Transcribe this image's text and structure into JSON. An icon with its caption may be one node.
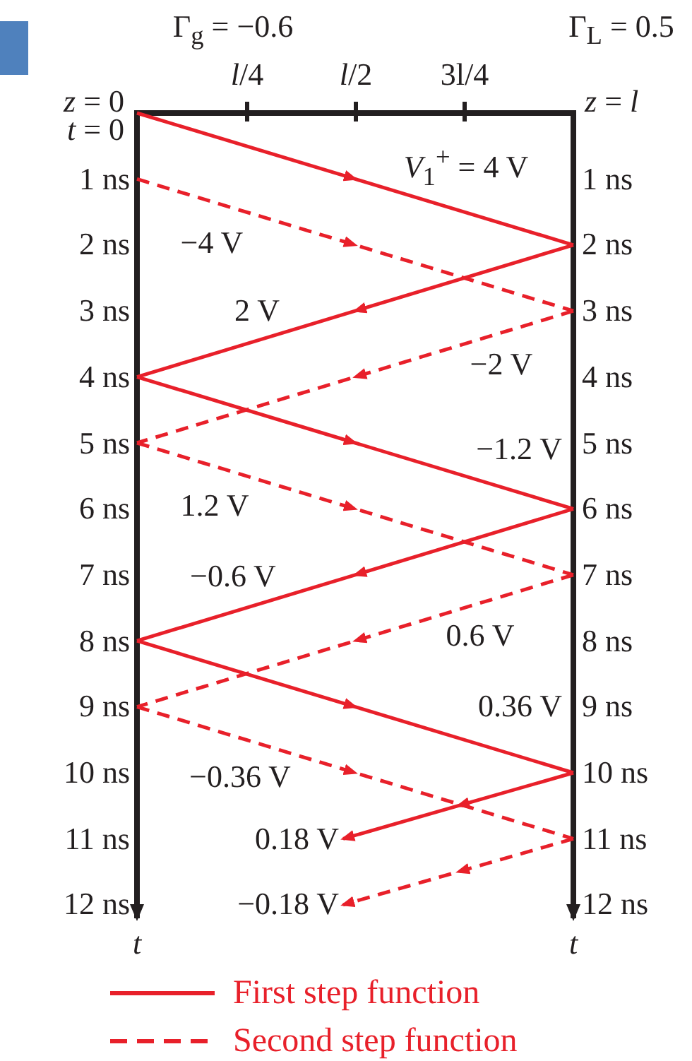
{
  "diagram": {
    "labels": [
      "Γ$_{g}$ = −0.6",
      "Γ$_{L}$ = 0.5",
      "*l*/4",
      "*l*/2",
      "3l/4",
      "*z* = 0",
      "*z* = *l*",
      "*t* = 0",
      "1 ns",
      "*V*$_{1}$$^{+}$ = 4 V",
      "1 ns",
      "2 ns",
      "−4 V",
      "2 ns",
      "3 ns",
      "2 V",
      "3 ns",
      "4 ns",
      "−2 V",
      "4 ns",
      "5 ns",
      "−1.2 V",
      "5 ns",
      "6 ns",
      "1.2 V",
      "6 ns",
      "7 ns",
      "−0.6 V",
      "7 ns",
      "8 ns",
      "0.6 V",
      "8 ns",
      "9 ns",
      "0.36 V",
      "9 ns",
      "10 ns",
      "−0.36 V",
      "10 ns",
      "11 ns",
      "0.18 V",
      "11 ns",
      "12 ns",
      "−0.18 V",
      "12 ns",
      "*t*",
      "*t*"
    ],
    "legend": [
      {
        "text": "First step function"
      },
      {
        "text": "Second step function"
      }
    ]
  }
}
